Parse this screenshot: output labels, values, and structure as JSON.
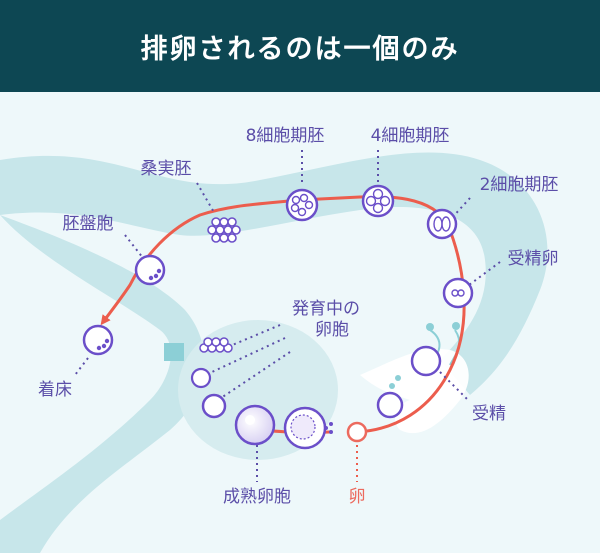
{
  "title": "排卵されるのは一個のみ",
  "labels": {
    "cell8": "8細胞期胚",
    "cell4": "4細胞期胚",
    "cell2": "2細胞期胚",
    "morula": "桑実胚",
    "blastocyst": "胚盤胞",
    "fertilized_egg": "受精卵",
    "fertilization": "受精",
    "implantation": "着床",
    "developing_follicle_l1": "発育中の",
    "developing_follicle_l2": "卵胞",
    "mature_follicle": "成熟卵胞",
    "egg": "卵"
  },
  "colors": {
    "header_bg": "#0d4753",
    "path": "#ec5d4d",
    "cell": "#6b4fc9",
    "tube": "#c7e6ea",
    "egg_label": "#ec6a5e"
  }
}
